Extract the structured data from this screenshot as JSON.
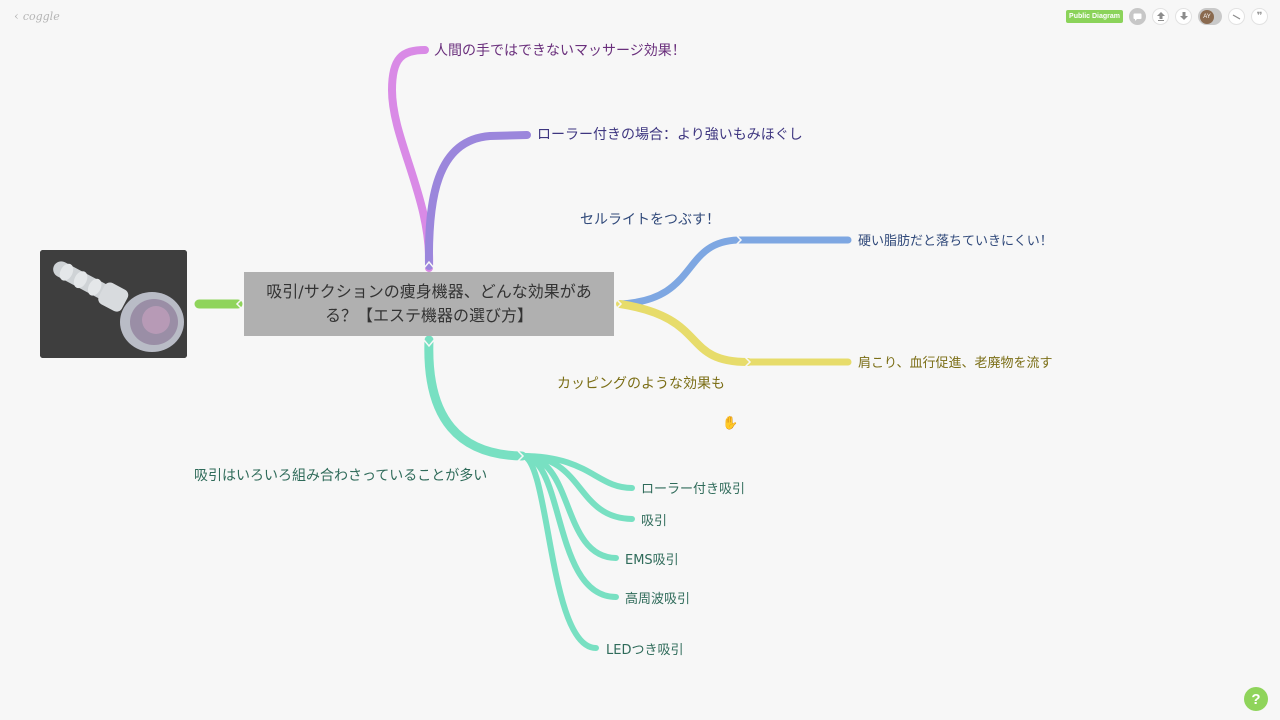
{
  "app": {
    "logo": "coggle",
    "back_icon": "chevron-left-icon"
  },
  "toolbar": {
    "public_badge": "Public Diagram",
    "comment_icon": "comment-icon",
    "upload_icon": "upload-icon",
    "download_icon": "download-icon",
    "avatar_initials": "AY",
    "history_icon": "history-icon",
    "quote_icon": "quote-icon"
  },
  "diagram": {
    "root": "吸引/サクションの痩身機器、どんな効果がある？【エステ機器の選び方】",
    "branches": {
      "massage": "人間の手ではできないマッサージ効果！",
      "roller": "ローラー付きの場合：より強いもみほぐし",
      "cellulite": "セルライトをつぶす！",
      "hard_fat": "硬い脂肪だと落ちていきにくい！",
      "cupping": "カッピングのような効果も",
      "circulation": "肩こり、血行促進、老廃物を流す",
      "combo": "吸引はいろいろ組み合わさっていることが多い",
      "combo_items": [
        "ローラー付き吸引",
        "吸引",
        "EMS吸引",
        "高周波吸引",
        "LEDつき吸引"
      ]
    }
  },
  "colors": {
    "pink": "#d98ae6",
    "purple": "#9b86dc",
    "blue": "#7ea7e2",
    "yellow": "#e7dc6b",
    "teal": "#78e0c2",
    "green": "#8fd45b"
  },
  "help": {
    "label": "?"
  }
}
